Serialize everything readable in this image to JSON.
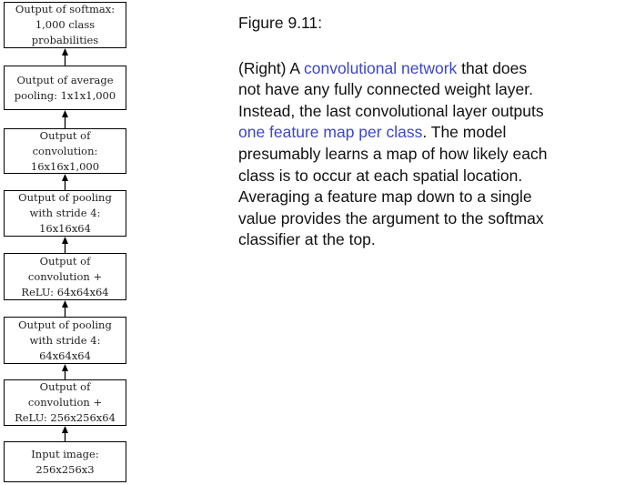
{
  "diagram": {
    "boxes": [
      {
        "lines": [
          "Output of softmax:",
          "1,000 class",
          "probabilities"
        ]
      },
      {
        "lines": [
          "Output of average",
          "pooling: 1x1x1,000"
        ]
      },
      {
        "lines": [
          "Output of",
          "convolution:",
          "16x16x1,000"
        ]
      },
      {
        "lines": [
          "Output of pooling",
          "with stride 4:",
          "16x16x64"
        ]
      },
      {
        "lines": [
          "Output of",
          "convolution +",
          "ReLU: 64x64x64"
        ]
      },
      {
        "lines": [
          "Output of pooling",
          "with stride 4:",
          "64x64x64"
        ]
      },
      {
        "lines": [
          "Output of",
          "convolution +",
          "ReLU: 256x256x64"
        ]
      },
      {
        "lines": [
          "Input image:",
          "256x256x3"
        ]
      }
    ]
  },
  "caption": {
    "title": "Figure 9.11:",
    "lines": [
      [
        {
          "t": "(Right) A "
        },
        {
          "t": "convolutional network",
          "link": true
        },
        {
          "t": " that does"
        }
      ],
      [
        {
          "t": "not have any fully connected weight layer."
        }
      ],
      [
        {
          "t": "Instead, the last convolutional layer outputs"
        }
      ],
      [
        {
          "t": "one feature map per class",
          "link": true
        },
        {
          "t": ". The model"
        }
      ],
      [
        {
          "t": "presumably learns a map of how likely each"
        }
      ],
      [
        {
          "t": "class is to occur at each spatial location."
        }
      ],
      [
        {
          "t": "Averaging a feature map down to a single"
        }
      ],
      [
        {
          "t": "value provides the argument to the softmax"
        }
      ],
      [
        {
          "t": "classifier at the top."
        }
      ]
    ]
  },
  "colors": {
    "link": "#3c46c8",
    "text": "#111111"
  }
}
